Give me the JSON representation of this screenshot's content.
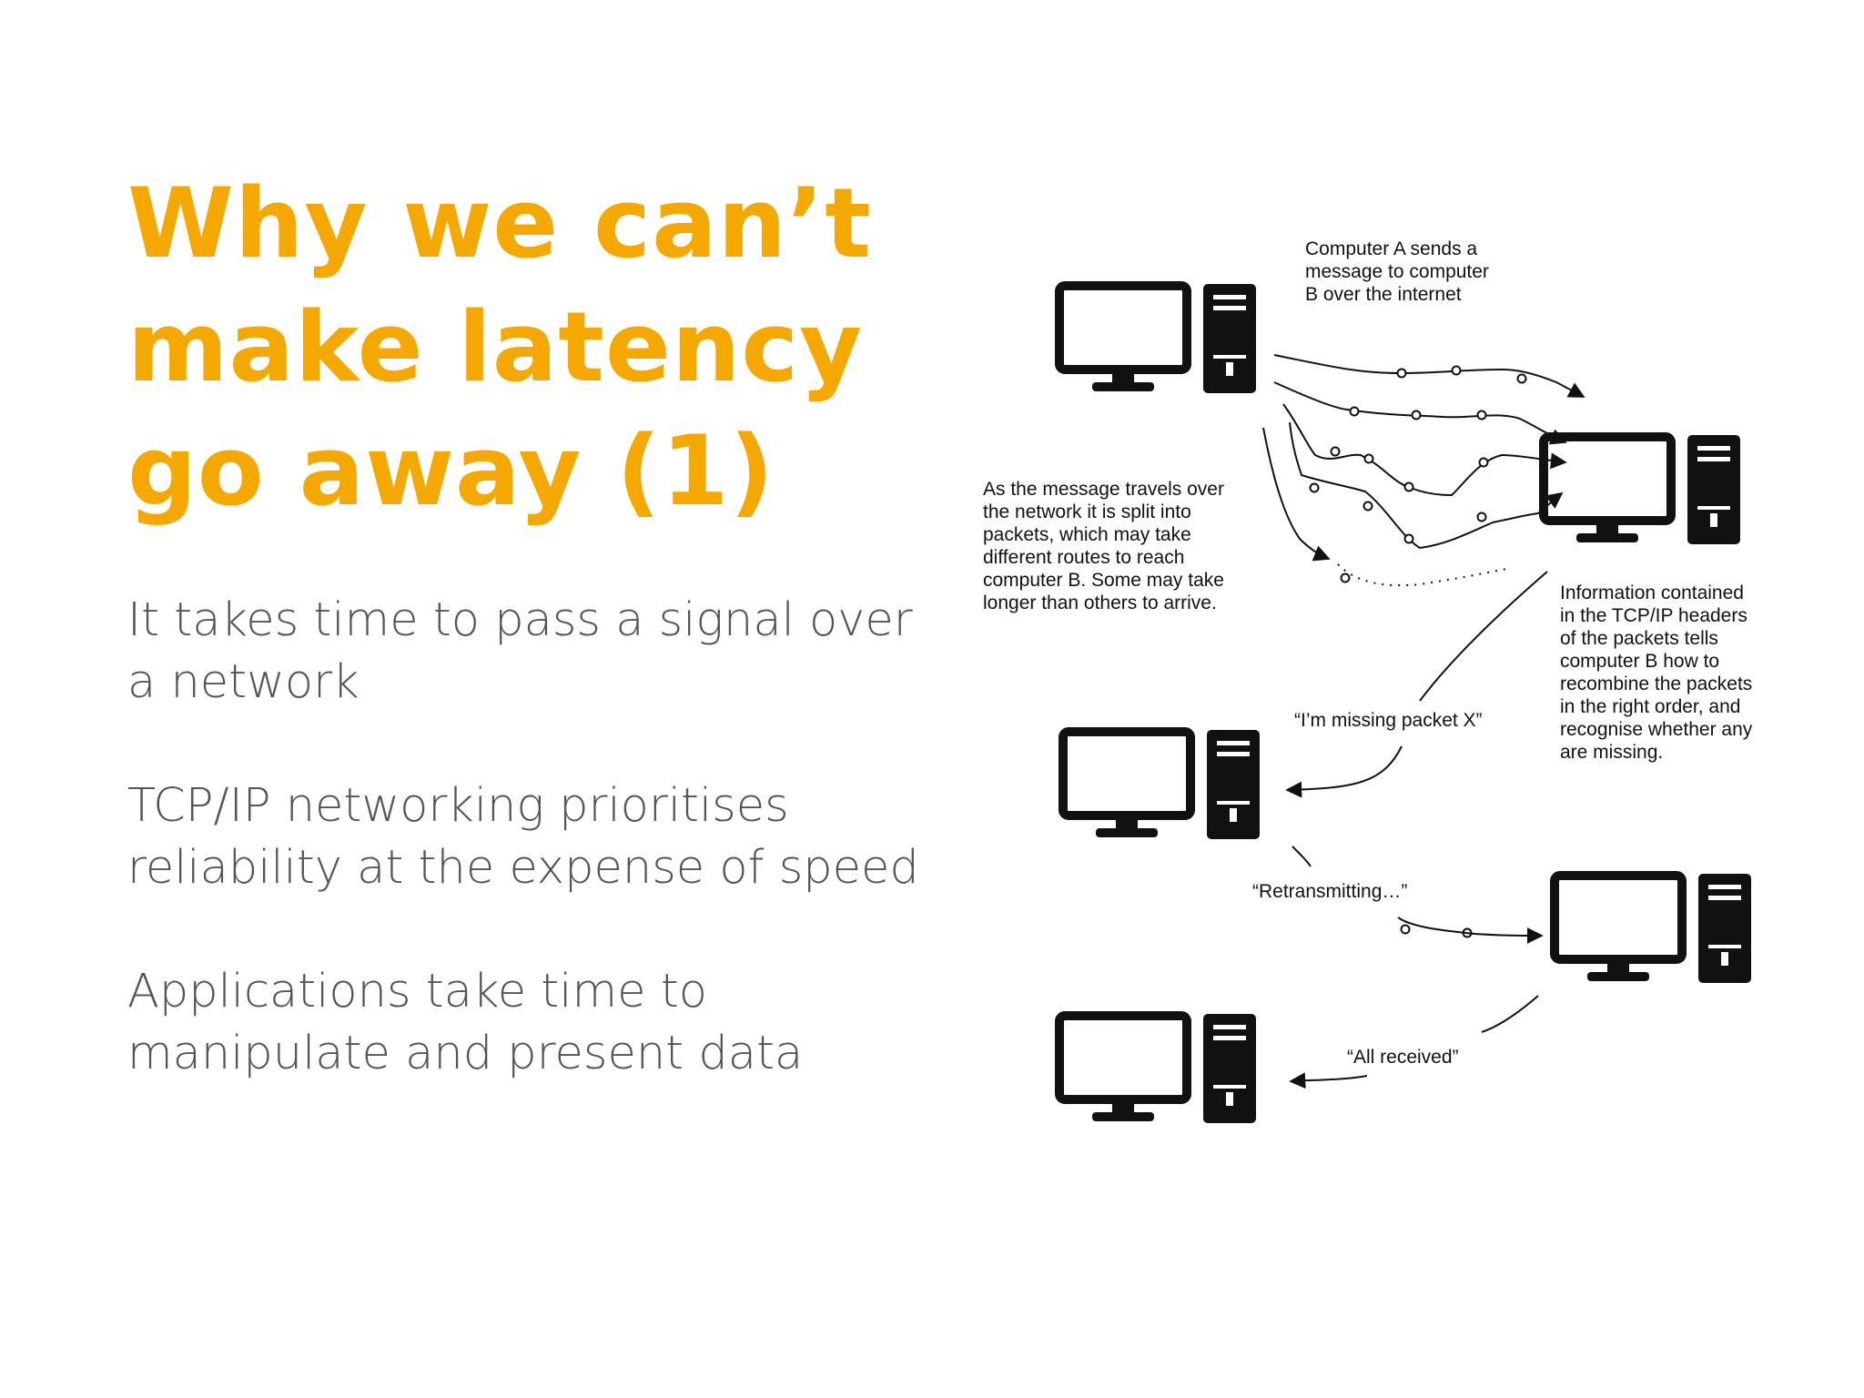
{
  "slide": {
    "title_lines": [
      "Why we can’t",
      "make latency",
      "go away (1)"
    ],
    "bullets": [
      "It takes time to pass a signal over a network",
      "TCP/IP networking prioritises reliability at the expense of speed",
      "Applications take time to manipulate and present data"
    ]
  },
  "diagram": {
    "icon": "desktop-computer-icon",
    "captions": {
      "sends": [
        "Computer A sends a",
        "message to computer",
        "B over the internet"
      ],
      "split": [
        "As the message travels over",
        "the network it is split into",
        "packets, which may take",
        "different routes to reach",
        "computer B. Some may take",
        "longer than others to arrive."
      ],
      "headers": [
        "Information contained",
        "in the TCP/IP headers",
        "of the packets tells",
        "computer B how to",
        "recombine the packets",
        "in the right order, and",
        "recognise whether any",
        "are missing."
      ]
    },
    "messages": {
      "missing": "“I’m missing packet X”",
      "retransmitting": "“Retransmitting…”",
      "received": "“All received”"
    }
  }
}
